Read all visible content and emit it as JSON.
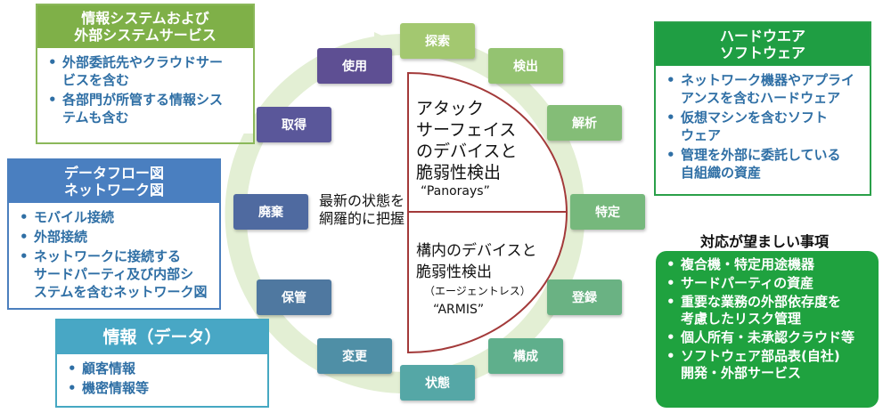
{
  "colors": {
    "green_box": "#7fb048",
    "blue_box": "#4a7fc0",
    "teal_box": "#48a7c5",
    "dark_green_box": "#1f9e43",
    "bullet_text": "#2f6fa5",
    "half_circle": "#a33a3a",
    "cycle_ring": "#e3efd4"
  },
  "left_boxes": {
    "info_systems": {
      "title": "情報システムおよび\n外部システムサービス",
      "items": [
        "外部委託先やクラウドサー\nビスを含む",
        "各部門が所管する情報シス\nテムも含む"
      ]
    },
    "dataflow": {
      "title": "データフロー図\nネットワーク図",
      "items": [
        "モバイル接続",
        "外部接続",
        "ネットワークに接続する\nサードパーティ及び内部シ\nステムを含むネットワーク図"
      ]
    },
    "information": {
      "title": "情報（データ）",
      "items": [
        "顧客情報",
        "機密情報等"
      ]
    }
  },
  "right_boxes": {
    "hardware": {
      "title": "ハードウエア\nソフトウェア",
      "items": [
        "ネットワーク機器やアプライ\nアンスを含むハードウェア",
        "仮想マシンを含むソフト\nウェア",
        "管理を外部に委託している\n自組織の資産"
      ]
    },
    "desired": {
      "title": "対応が望ましい事項",
      "items": [
        "複合機・特定用途機器",
        "サードパーティの資産",
        "重要な業務の外部依存度を\n考慮したリスク管理",
        "個人所有・未承認クラウド等",
        "ソフトウェア部品表(自社)\n開発・外部サービス"
      ]
    }
  },
  "cycle": {
    "steps": [
      {
        "label": "探索",
        "color": "#a3c870",
        "icon": "step-box"
      },
      {
        "label": "検出",
        "color": "#94c371",
        "icon": "step-box"
      },
      {
        "label": "解析",
        "color": "#84bd77",
        "icon": "step-box"
      },
      {
        "label": "特定",
        "color": "#76b87c",
        "icon": "step-box"
      },
      {
        "label": "登録",
        "color": "#6ab283",
        "icon": "step-box"
      },
      {
        "label": "構成",
        "color": "#5faf8c",
        "icon": "step-box"
      },
      {
        "label": "状態",
        "color": "#55a7a6",
        "icon": "step-box"
      },
      {
        "label": "変更",
        "color": "#4f8fa6",
        "icon": "step-box"
      },
      {
        "label": "保管",
        "color": "#4f78a0",
        "icon": "step-box"
      },
      {
        "label": "廃棄",
        "color": "#4f6aa0",
        "icon": "step-box"
      },
      {
        "label": "取得",
        "color": "#5a579a",
        "icon": "step-box"
      },
      {
        "label": "使用",
        "color": "#5e4f93",
        "icon": "step-box"
      }
    ]
  },
  "center": {
    "left_text": "最新の状態を\n網羅的に把握",
    "top_text": "アタック\nサーフェイス\nのデバイスと\n脆弱性検出",
    "top_sub": "“Panorays”",
    "bottom_text": "構内のデバイスと\n脆弱性検出",
    "bottom_note": "（エージェントレス）",
    "bottom_sub": "“ARMIS”"
  }
}
